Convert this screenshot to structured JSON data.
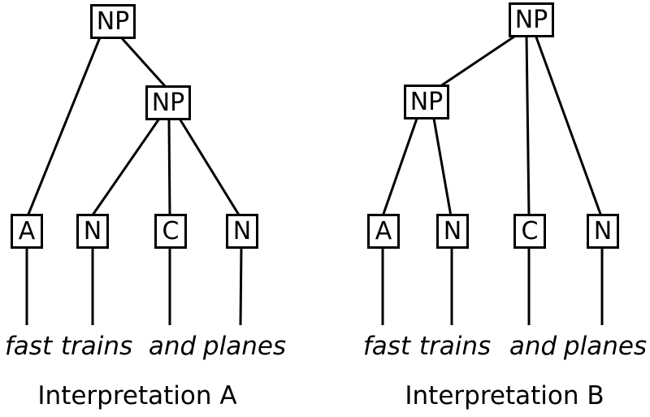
{
  "figure": {
    "type": "syntax-tree-comparison",
    "ink_color": "#000000",
    "background_color": "#ffffff",
    "trees": [
      {
        "caption": "Interpretation A",
        "root_label": "NP",
        "inner_label": "NP",
        "leaves": [
          {
            "tag": "A",
            "word": "fast"
          },
          {
            "tag": "N",
            "word": "trains"
          },
          {
            "tag": "C",
            "word": "and"
          },
          {
            "tag": "N",
            "word": "planes"
          }
        ],
        "root_children": [
          "A",
          "NP"
        ],
        "inner_np_children": [
          "N",
          "C",
          "N"
        ],
        "inner_np_covers": [
          "trains",
          "and",
          "planes"
        ]
      },
      {
        "caption": "Interpretation B",
        "root_label": "NP",
        "inner_label": "NP",
        "leaves": [
          {
            "tag": "A",
            "word": "fast"
          },
          {
            "tag": "N",
            "word": "trains"
          },
          {
            "tag": "C",
            "word": "and"
          },
          {
            "tag": "N",
            "word": "planes"
          }
        ],
        "root_children": [
          "NP",
          "C",
          "N"
        ],
        "inner_np_children": [
          "A",
          "N"
        ],
        "inner_np_covers": [
          "fast",
          "trains"
        ]
      }
    ]
  }
}
